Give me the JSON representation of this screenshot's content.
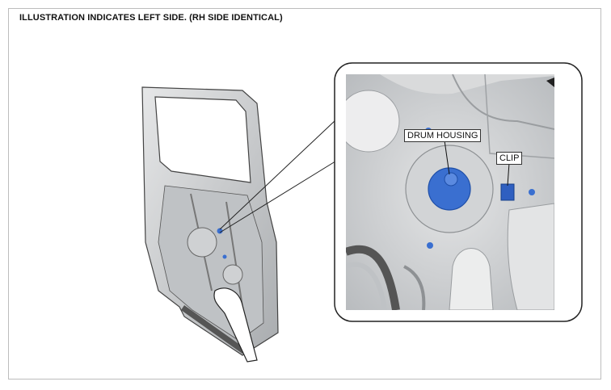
{
  "caption": "ILLUSTRATION INDICATES LEFT SIDE. (RH SIDE IDENTICAL)",
  "callouts": {
    "drum_housing": "DRUM HOUSING",
    "clip": "CLIP"
  },
  "colors": {
    "panel_gray": "#cfd1d3",
    "highlight_blue": "#3a6fd0",
    "outline": "#222222"
  }
}
